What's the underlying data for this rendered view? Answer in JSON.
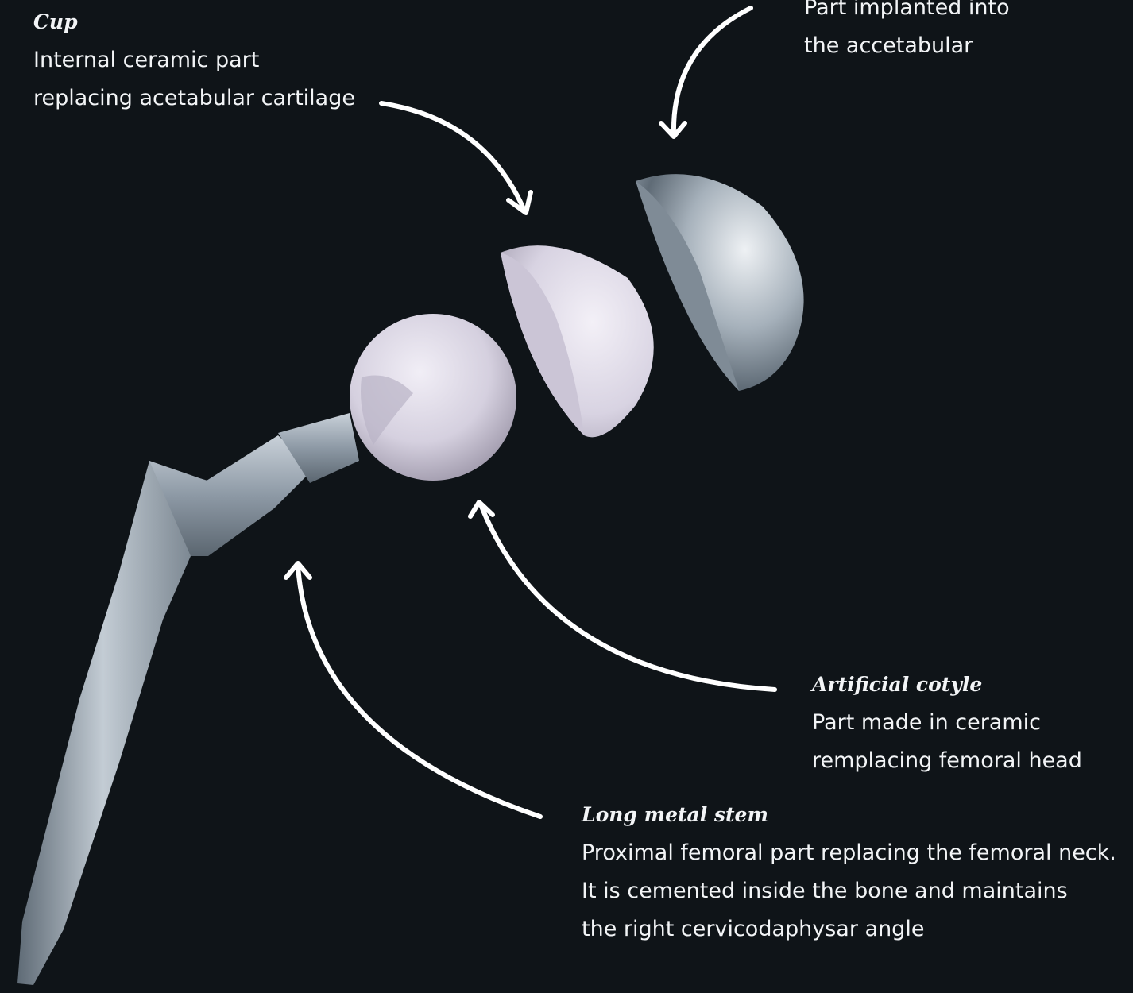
{
  "labels": {
    "cup": {
      "title": "Cup",
      "lines": [
        "Internal ceramic part",
        "replacing acetabular cartilage"
      ]
    },
    "shell": {
      "lines": [
        "Part implanted into",
        "the accetabular"
      ]
    },
    "cotyle": {
      "title": "Artificial cotyle",
      "lines": [
        "Part made in ceramic",
        "remplacing femoral head"
      ]
    },
    "stem": {
      "title": "Long metal stem",
      "lines": [
        "Proximal femoral part replacing the femoral neck.",
        "It is cemented inside the bone and maintains",
        "the right cervicodaphysar angle"
      ]
    }
  },
  "colors": {
    "background": "#0f1418",
    "text": "#f2f4f6",
    "arrow": "#ffffff",
    "metal": "#9aa6b2",
    "ceramic": "#d9d4e2"
  }
}
